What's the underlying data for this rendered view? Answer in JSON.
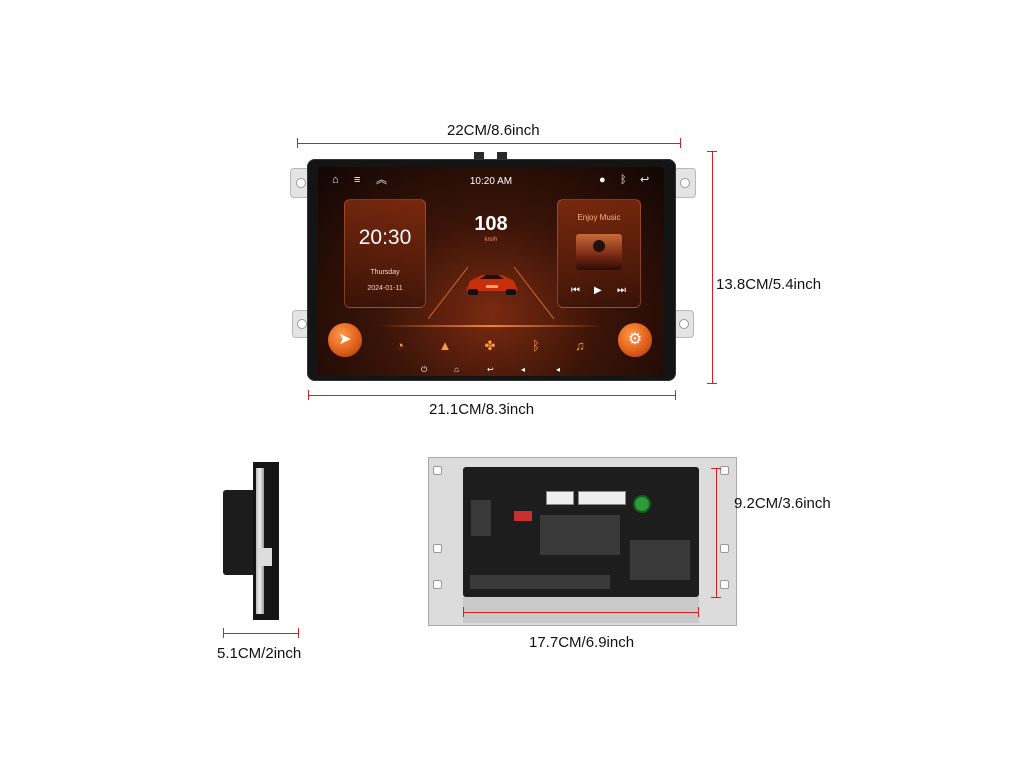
{
  "dimensions": {
    "overall_width": "22CM/8.6inch",
    "overall_height": "13.8CM/5.4inch",
    "screen_width": "21.1CM/8.3inch",
    "depth": "5.1CM/2inch",
    "back_width": "17.7CM/6.9inch",
    "back_height": "9.2CM/3.6inch"
  },
  "colors": {
    "dimension_line": "#d42020",
    "screen_accent": "#ff9a3a"
  },
  "screen": {
    "status_bar": {
      "time": "10:20 AM",
      "left_icons": [
        "home-icon",
        "menu-icon",
        "chevrons-up-icon"
      ],
      "right_icons": [
        "location-pin-icon",
        "bluetooth-icon",
        "back-icon"
      ]
    },
    "clock_card": {
      "time": "20:30",
      "day": "Thursday",
      "date": "2024-01-11"
    },
    "speed": {
      "value": "108",
      "unit": "km/h"
    },
    "music_card": {
      "title": "Enjoy Music",
      "controls": [
        "previous-icon",
        "play-icon",
        "next-icon"
      ]
    },
    "dock": [
      "navigation-icon",
      "radio-icon",
      "maps-icon",
      "apps-icon",
      "bluetooth-icon",
      "music-note-icon",
      "settings-icon"
    ],
    "nav_bar": [
      "power-icon",
      "home-icon",
      "back-icon",
      "volume-down-icon",
      "volume-up-icon"
    ]
  }
}
